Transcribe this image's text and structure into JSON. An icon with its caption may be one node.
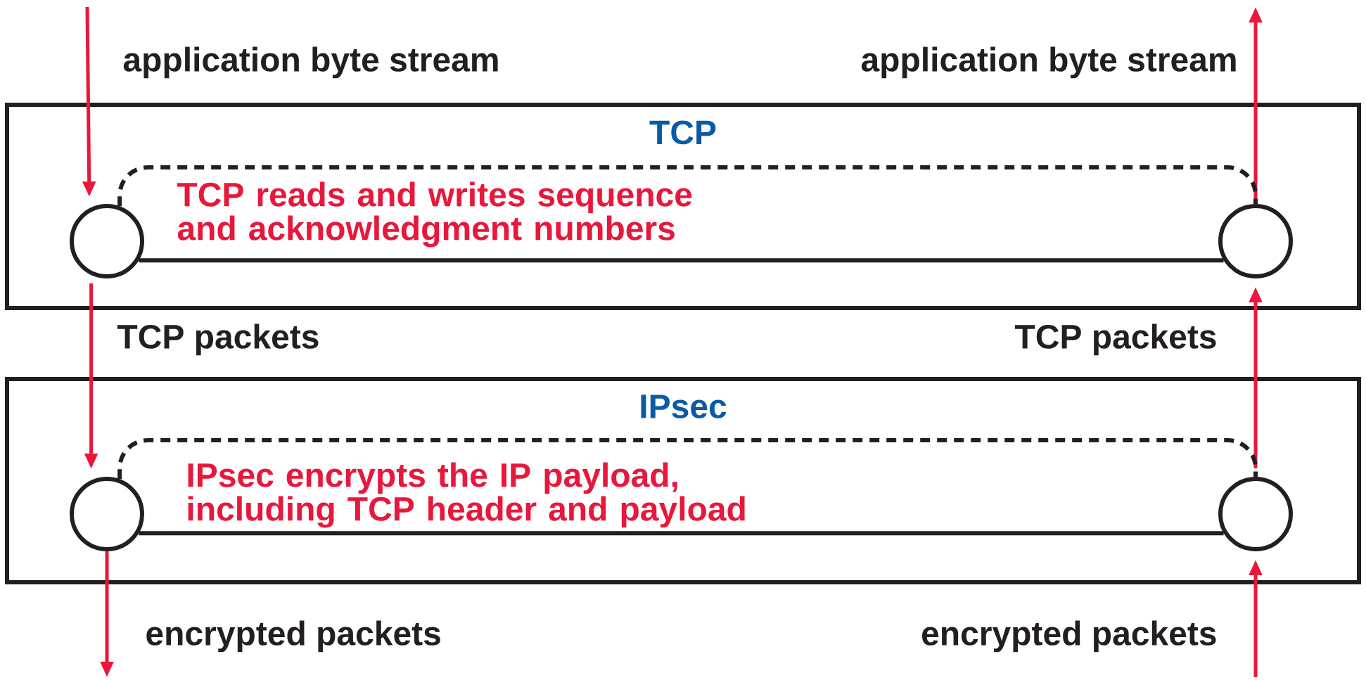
{
  "diagram": {
    "nodes": [
      {
        "text": [
          "TCP"
        ]
      },
      {
        "text": [],
        "shape": "circle",
        "in": 0
      },
      {
        "text": [],
        "shape": "circle",
        "in": 0
      },
      {
        "text": [
          "IPsec"
        ]
      },
      {
        "text": [],
        "shape": "circle",
        "in": 3
      },
      {
        "text": [],
        "shape": "circle",
        "in": 3
      }
    ],
    "edges": [
      {
        "from": null,
        "to": 1,
        "arrow": "to",
        "label": "application byte stream"
      },
      {
        "from": 1,
        "to": 4,
        "arrow": "to",
        "label": "TCP packets"
      },
      {
        "from": 4,
        "to": null,
        "arrow": "to",
        "label": "encrypted packets"
      },
      {
        "from": null,
        "to": 5,
        "arrow": "to",
        "label": "encrypted packets"
      },
      {
        "from": 5,
        "to": 2,
        "arrow": "to",
        "label": "TCP packets"
      },
      {
        "from": 2,
        "to": null,
        "arrow": "to",
        "label": "application byte stream"
      },
      {
        "from": 1,
        "to": 2,
        "arrow": "none",
        "color": "#231f20"
      },
      {
        "from": 1,
        "to": 2,
        "arrow": "none",
        "style": "dashed",
        "color": "#231f20"
      },
      {
        "from": 4,
        "to": 5,
        "arrow": "none",
        "color": "#231f20"
      },
      {
        "from": 4,
        "to": 5,
        "arrow": "none",
        "style": "dashed",
        "color": "#231f20"
      }
    ],
    "labels": [
      "TCP reads and writes sequence and acknowledgment numbers",
      "IPsec encrypts the IP payload, including TCP header and payload"
    ]
  }
}
